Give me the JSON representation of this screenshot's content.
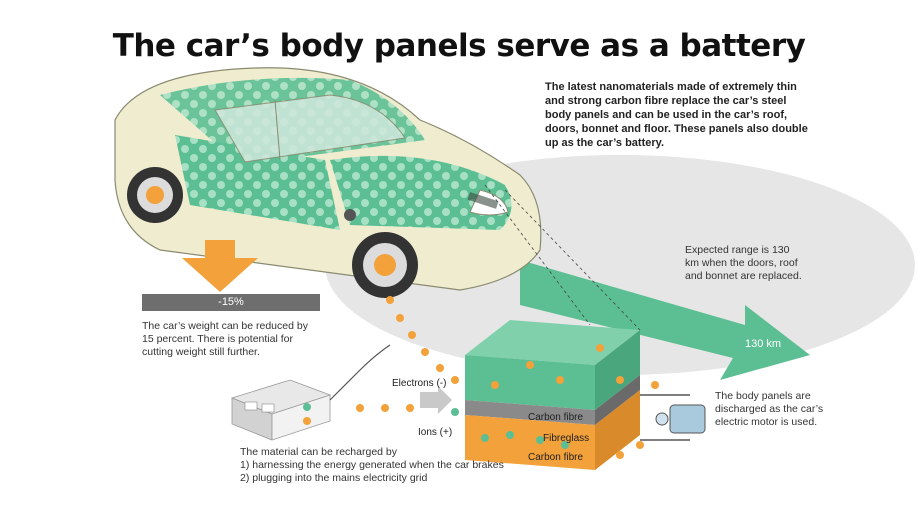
{
  "title": "The car’s body panels serve as a battery",
  "intro_text": "The latest nanomaterials made of extremely thin and strong carbon fibre replace the car’s steel body panels and can be used in the car’s roof, doors, bonnet and floor. These panels also double up as the car’s battery.",
  "range": {
    "text": "Expected range is 130 km when the doors, roof and bonnet are replaced.",
    "value_label": "130 km"
  },
  "weight": {
    "percent_label": "-15%",
    "text": "The car’s weight can be reduced by 15 percent. There is potential for cutting weight still further."
  },
  "battery_layers": {
    "top": "Carbon fibre",
    "middle": "Fibreglass",
    "bottom": "Carbon fibre"
  },
  "flow_labels": {
    "electrons": "Electrons (-)",
    "ions": "Ions (+)"
  },
  "discharge_text": "The body panels are discharged as the car’s electric motor is used.",
  "recharge": {
    "intro": "The material can be recharged by",
    "item1": "1) harnessing the energy generated when the car brakes",
    "item2": "2) plugging into the mains electricity grid"
  },
  "colors": {
    "panel_green": "#5cbf93",
    "arrow_orange": "#f3a13a",
    "car_body": "#efeccf",
    "ground_gray": "#e4e4e4",
    "motor_blue": "#a9c9dd"
  }
}
